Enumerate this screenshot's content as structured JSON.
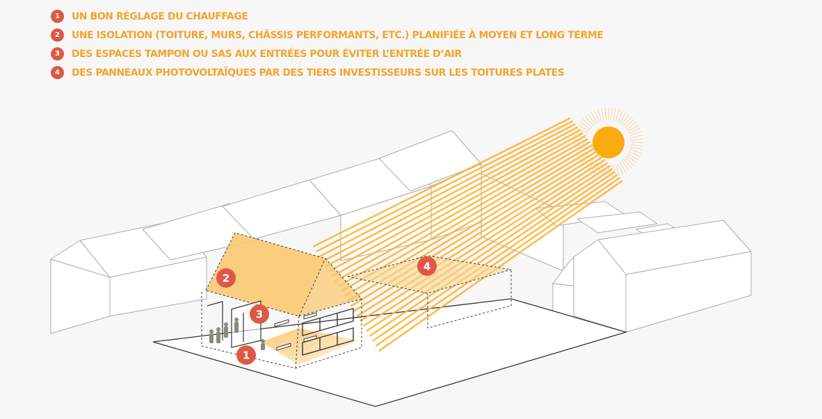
{
  "legend": {
    "items": [
      {
        "number": "1",
        "text": "UN BON RÉGLAGE DU CHAUFFAGE"
      },
      {
        "number": "2",
        "text": "UNE ISOLATION (TOITURE, MURS, CHÂSSIS PERFORMANTS, ETC.) PLANIFIÉE À MOYEN ET LONG TERME"
      },
      {
        "number": "3",
        "text": "DES ESPACES TAMPON OU SAS AUX ENTRÉES POUR ÉVITER L’ENTRÉE D’AIR"
      },
      {
        "number": "4",
        "text": "DES PANNEAUX PHOTOVOLTAÏQUES PAR DES TIERS INVESTISSEURS SUR LES TOITURES PLATES"
      }
    ]
  },
  "markers": {
    "m1": "1",
    "m2": "2",
    "m3": "3",
    "m4": "4"
  },
  "colors": {
    "badge": "#de5847",
    "legend_text": "#f4a42d",
    "sun": "#fbaa12",
    "highlight": "#fbc871",
    "line": "#aaaaaa"
  }
}
